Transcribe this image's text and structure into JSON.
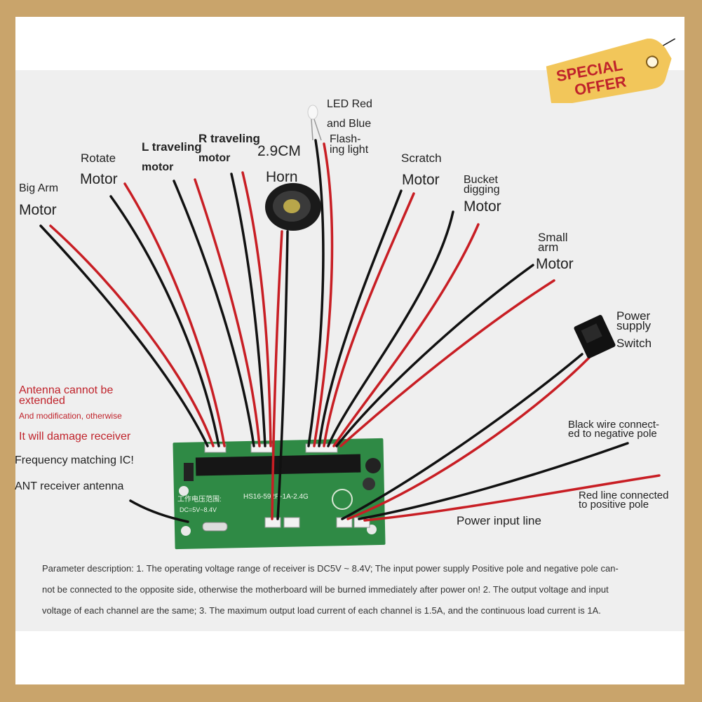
{
  "labels": {
    "big_arm": "Big Arm",
    "big_arm_motor": "Motor",
    "rotate": "Rotate",
    "rotate_motor": "Motor",
    "l_traveling": "L traveling",
    "l_motor": "motor",
    "r_traveling": "R traveling",
    "r_motor": "motor",
    "size": "2.9CM",
    "horn": "Horn",
    "led_1": "LED Red",
    "led_2": "and Blue",
    "led_3": "Flash-",
    "led_4": "ing light",
    "scratch": "Scratch",
    "scratch_motor": "Motor",
    "bucket_1": "Bucket",
    "bucket_2": "digging",
    "bucket_motor": "Motor",
    "small_1": "Small",
    "small_2": "arm",
    "small_motor": "Motor",
    "power_1": "Power",
    "power_2": "supply",
    "power_switch": "Switch",
    "antenna_1": "Antenna cannot be",
    "antenna_2": "extended",
    "antenna_3": "And modification, otherwise",
    "antenna_4": "It will damage receiver",
    "freq": "Frequency matching IC!",
    "ant": "ANT receiver antenna",
    "black_1": "Black wire connect-",
    "black_2": "ed to negative pole",
    "red_1": "Red line connected",
    "red_2": "to positive pole",
    "power_input": "Power input line"
  },
  "board_text": {
    "model": "HS16-592R-1A-2.4G",
    "voltage_cn": "工作电压范围:",
    "voltage": "DC=5V~8.4V"
  },
  "parameter_lines": [
    "Parameter description: 1. The operating voltage range of receiver is DC5V ~ 8.4V; The input power supply Positive pole and negative pole can-",
    "not be connected to the opposite side, otherwise the motherboard will be burned immediately after power on! 2. The output voltage and input",
    "voltage of each channel are the same; 3. The maximum output load current of each channel is 1.5A, and the continuous load current is 1A."
  ],
  "badge": {
    "line1": "SPECIAL",
    "line2": "OFFER"
  },
  "colors": {
    "frame": "#c9a46b",
    "pcb": "#2f8a45",
    "wire_red": "#c81e24",
    "wire_black": "#111111",
    "badge": "#f2c65a",
    "badge_text": "#c0232b"
  }
}
